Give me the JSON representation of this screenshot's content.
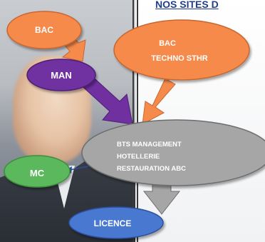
{
  "heading": "NOS SITES D",
  "nodes": {
    "bac": "BAC",
    "man": "MAN",
    "bac_techno_line1": "BAC",
    "bac_techno_line2": "TECHNO STHR",
    "bts_line1": "BTS MANAGEMENT",
    "bts_line2": "HOTELLERIE",
    "bts_line3": "RESTAURATION ABC",
    "mc": "MC",
    "licence": "LICENCE"
  },
  "colors": {
    "orange": "#f58a4b",
    "purple": "#7030a0",
    "gray": "#a6a6a6",
    "green": "#5cb85c",
    "blue": "#4a78d0",
    "heading": "#1f3f8c"
  }
}
